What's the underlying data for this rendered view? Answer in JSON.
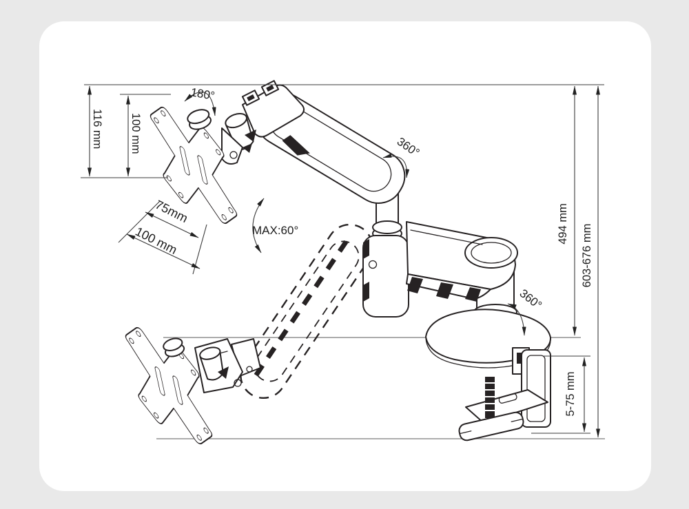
{
  "page": {
    "background_color": "#e9e9e9",
    "card_color": "#ffffff"
  },
  "drawing_colors": {
    "line": "#262223",
    "reference_line": "#909090",
    "dimension_line": "#3a3a3a",
    "text": "#1d1d1d"
  },
  "annotations": {
    "dimensions": {
      "plate_height": "116 mm",
      "hole_spacing_vertical": "100 mm",
      "hole_spacing_horizontal_75": "75mm",
      "hole_spacing_horizontal_100": "100 mm",
      "height_arm_to_desk": "494 mm",
      "overall_height": "603-676 mm",
      "clamp_range": "5-75 mm"
    },
    "rotations": {
      "vesa_rotation": "180°",
      "tilt_max": "MAX:60°",
      "arm_swivel": "360°",
      "base_swivel": "360°"
    }
  }
}
